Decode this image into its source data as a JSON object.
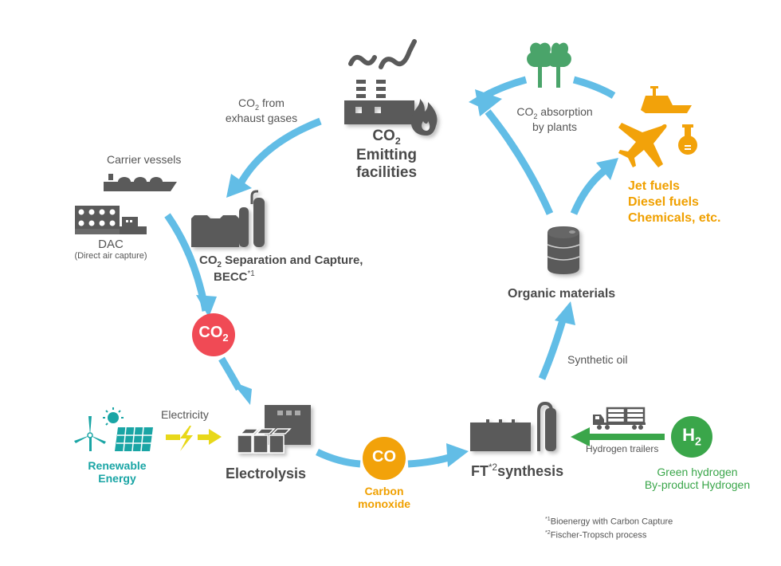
{
  "colors": {
    "arrow_blue": "#62bde6",
    "icon_grey": "#5a5a5a",
    "co2_red": "#f04a55",
    "co_orange": "#f2a20a",
    "h2_green": "#3aa64a",
    "teal": "#1aa5a5",
    "yellow": "#e8d81a",
    "tree_green": "#4aa46a"
  },
  "nodes": {
    "emitting": {
      "line1": "CO",
      "sub": "2",
      "line2": "Emitting",
      "line3": "facilities",
      "icon": "factory-icon"
    },
    "separation": {
      "co": "CO",
      "sub": "2",
      "line1": " Separation and Capture,",
      "line2": "BECC",
      "sup": "*1",
      "icon": "capture-plant-icon"
    },
    "dac": {
      "line1": "DAC",
      "line2": "(Direct air capture)",
      "icon": "dac-unit-icon"
    },
    "carrier": {
      "label": "Carrier vessels",
      "icon": "ship-icon"
    },
    "co2_badge": {
      "main": "CO",
      "sub": "2"
    },
    "renewable": {
      "line1": "Renewable",
      "line2": "Energy",
      "icon": "renewable-icon"
    },
    "electricity": {
      "label": "Electricity",
      "icon": "lightning-arrow-icon"
    },
    "electrolysis": {
      "label": "Electrolysis",
      "icon": "electrolysis-icon"
    },
    "co_badge": {
      "main": "CO",
      "line1": "Carbon",
      "line2": "monoxide"
    },
    "ft": {
      "pre": "FT",
      "sup": "*2",
      "post": "synthesis",
      "icon": "ft-plant-icon"
    },
    "h2": {
      "main": "H",
      "sub": "2",
      "line1": "Green hydrogen",
      "line2": "By-product Hydrogen"
    },
    "trailers": {
      "label": "Hydrogen trailers",
      "icon": "truck-icon"
    },
    "synthetic_oil": {
      "label": "Synthetic oil"
    },
    "organic": {
      "label": "Organic materials",
      "icon": "barrel-icon"
    },
    "fuels": {
      "line1": "Jet fuels",
      "line2": "Diesel fuels",
      "line3": "Chemicals, etc.",
      "icons": [
        "ship-icon",
        "airplane-icon",
        "flask-icon"
      ]
    },
    "absorption": {
      "co": "CO",
      "sub": "2",
      "line1": " absorption",
      "line2": "by plants",
      "icon": "trees-icon"
    },
    "exhaust": {
      "co": "CO",
      "sub": "2",
      "line1": " from",
      "line2": "exhaust gases"
    }
  },
  "footnotes": [
    {
      "mark": "*1",
      "text": "Bioenergy with Carbon Capture"
    },
    {
      "mark": "*2",
      "text": "Fischer-Tropsch process"
    }
  ]
}
